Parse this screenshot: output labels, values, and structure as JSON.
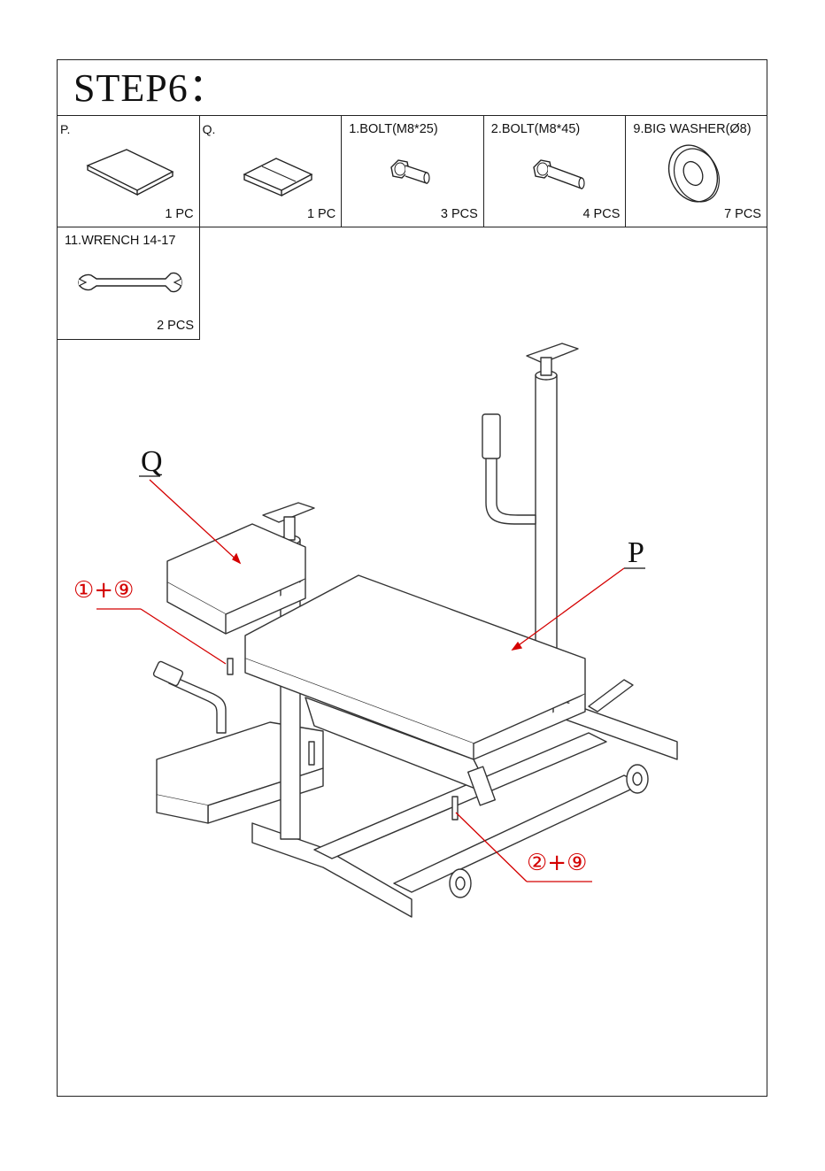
{
  "step_title": "STEP6：",
  "parts": [
    {
      "label": "P.",
      "qty": "1 PC",
      "icon": "seat-pad-p-icon"
    },
    {
      "label": "Q.",
      "qty": "1 PC",
      "icon": "back-pad-q-icon"
    },
    {
      "label": "1.BOLT(M8*25)",
      "qty": "3 PCS",
      "icon": "short-bolt-icon"
    },
    {
      "label": "2.BOLT(M8*45)",
      "qty": "4 PCS",
      "icon": "long-bolt-icon"
    },
    {
      "label": "9.BIG WASHER(Ø8)",
      "qty": "7 PCS",
      "icon": "washer-icon"
    }
  ],
  "wrench": {
    "label": "11.WRENCH 14-17",
    "qty": "2 PCS",
    "icon": "wrench-icon"
  },
  "callouts": {
    "q_label": "Q",
    "p_label": "P",
    "fastener_left": "①+⑨",
    "fastener_right": "②+⑨"
  },
  "colors": {
    "callout_red": "#d40000",
    "line": "#222222"
  }
}
